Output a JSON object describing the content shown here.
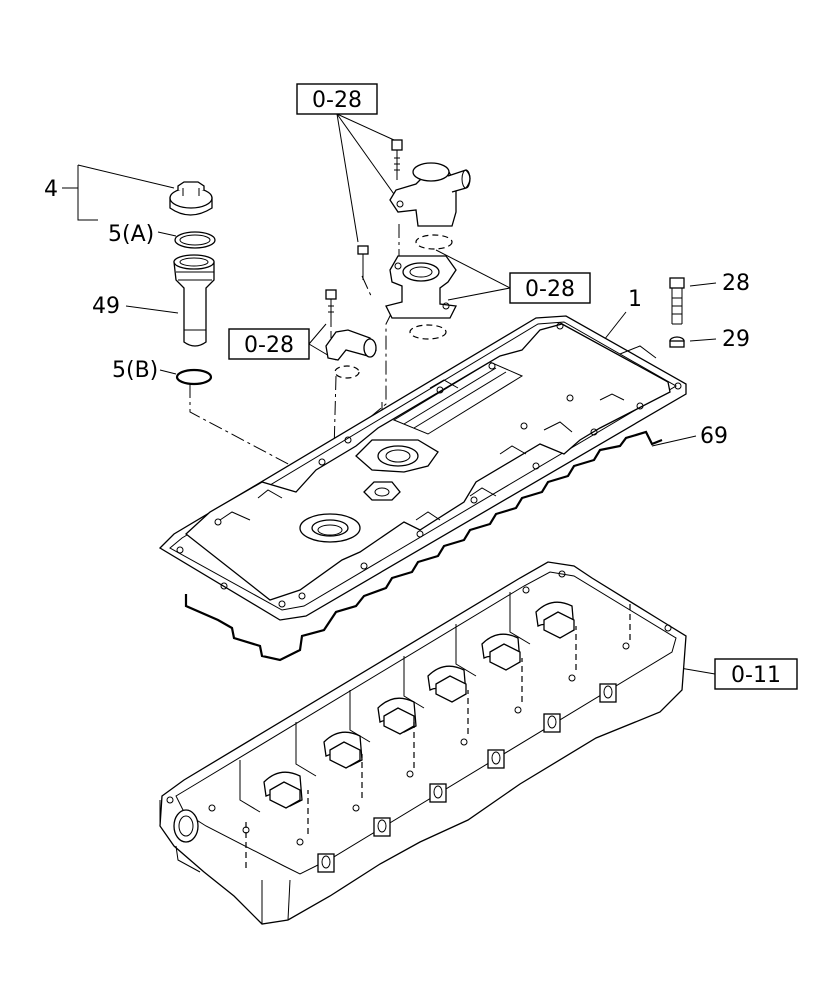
{
  "labels": {
    "cap": "4",
    "seal_a": "5(A)",
    "filler_neck": "49",
    "seal_b": "5(B)",
    "cover": "1",
    "bolt": "28",
    "washer": "29",
    "gasket": "69"
  },
  "references": {
    "ref_top": "0-28",
    "ref_right": "0-28",
    "ref_left": "0-28",
    "ref_head": "0-11"
  }
}
